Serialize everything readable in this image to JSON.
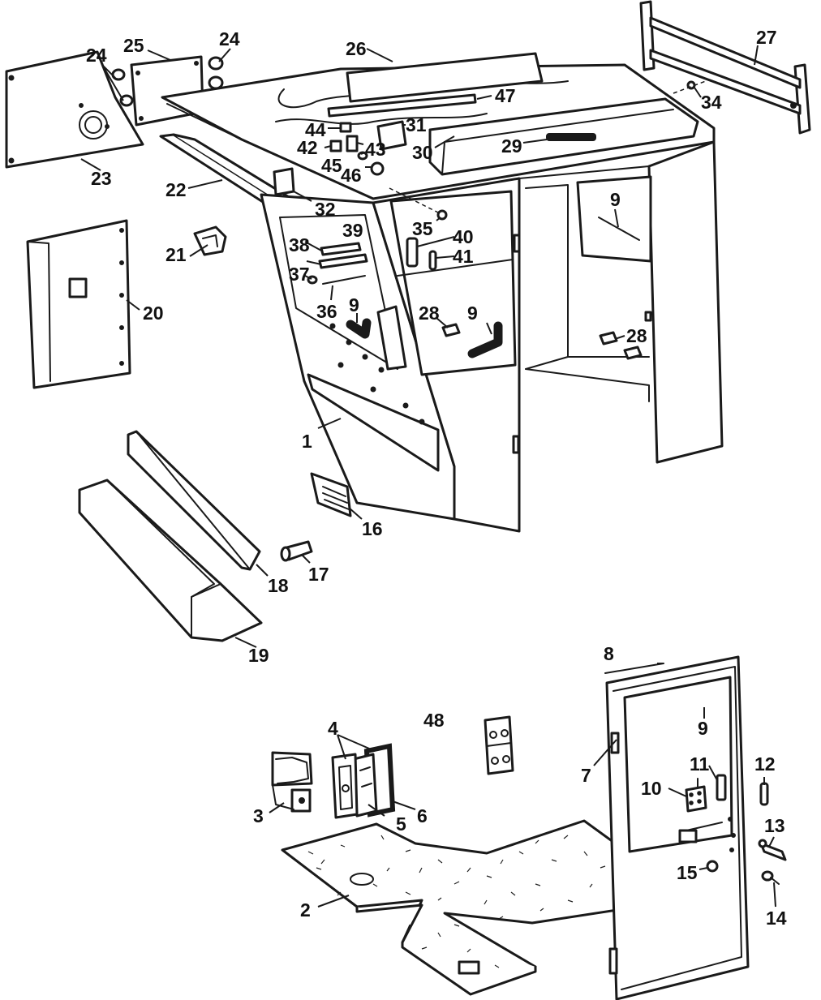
{
  "diagram": {
    "callouts": {
      "n1": "1",
      "n2": "2",
      "n3": "3",
      "n4": "4",
      "n5": "5",
      "n6": "6",
      "n7": "7",
      "n8": "8",
      "n9": "9",
      "n10": "10",
      "n11": "11",
      "n12": "12",
      "n13": "13",
      "n14": "14",
      "n15": "15",
      "n16": "16",
      "n17": "17",
      "n18": "18",
      "n19": "19",
      "n20": "20",
      "n21": "21",
      "n22": "22",
      "n23": "23",
      "n24": "24",
      "n25": "25",
      "n26": "26",
      "n27": "27",
      "n28": "28",
      "n29": "29",
      "n30": "30",
      "n31": "31",
      "n32": "32",
      "n34": "34",
      "n35": "35",
      "n36": "36",
      "n37": "37",
      "n38": "38",
      "n39": "39",
      "n40": "40",
      "n41": "41",
      "n42": "42",
      "n43": "43",
      "n44": "44",
      "n45": "45",
      "n46": "46",
      "n47": "47",
      "n48": "48"
    },
    "colors": {
      "line": "#1a1a1a",
      "background": "#ffffff"
    }
  }
}
